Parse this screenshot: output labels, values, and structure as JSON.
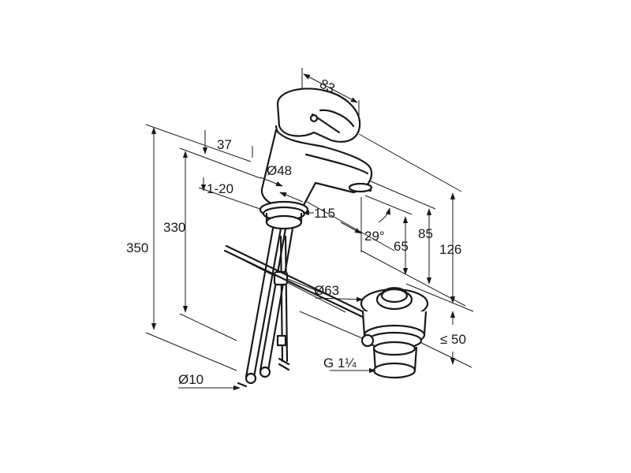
{
  "dimensions": {
    "d83": "83",
    "d37": "37",
    "d48": "Ø48",
    "d1_20": "1-20",
    "d115": "115",
    "d29": "29°",
    "d65": "65",
    "d85": "85",
    "d126": "126",
    "d330": "330",
    "d350": "350",
    "d63": "Ø63",
    "d50": "≤ 50",
    "dG": "G 1¼",
    "d10": "Ø10"
  },
  "colors": {
    "line": "#1a1a1a",
    "background": "#ffffff"
  }
}
